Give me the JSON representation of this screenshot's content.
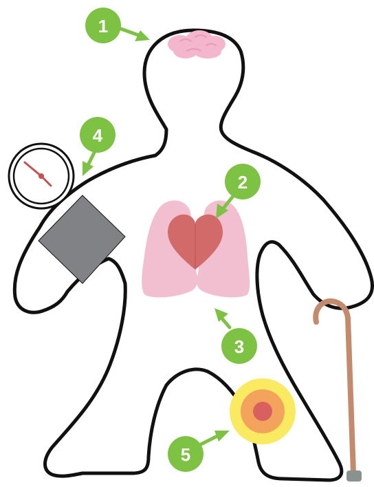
{
  "colors": {
    "badge": "#7dc242",
    "arrow": "#7dc242",
    "outline": "#111111",
    "brain": "#f4b6cc",
    "lungs": "#f2bfd0",
    "heart": "#d36a6a",
    "cuff": "#808285",
    "gauge_needle": "#c4504f",
    "cane": "#c48a6e",
    "cane_tip": "#8a9290",
    "joint_outer": "#f9ea62",
    "joint_middle": "#f4a35c",
    "joint_inner": "#d8605e"
  },
  "badges": [
    {
      "id": "1",
      "label": "1",
      "target": "brain"
    },
    {
      "id": "2",
      "label": "2",
      "target": "heart"
    },
    {
      "id": "3",
      "label": "3",
      "target": "lungs"
    },
    {
      "id": "4",
      "label": "4",
      "target": "blood-pressure-cuff"
    },
    {
      "id": "5",
      "label": "5",
      "target": "knee-joint"
    }
  ],
  "icons": [
    "brain-icon",
    "heart-icon",
    "lungs-icon",
    "blood-pressure-gauge-icon",
    "blood-pressure-cuff-icon",
    "cane-icon",
    "joint-pain-icon"
  ]
}
